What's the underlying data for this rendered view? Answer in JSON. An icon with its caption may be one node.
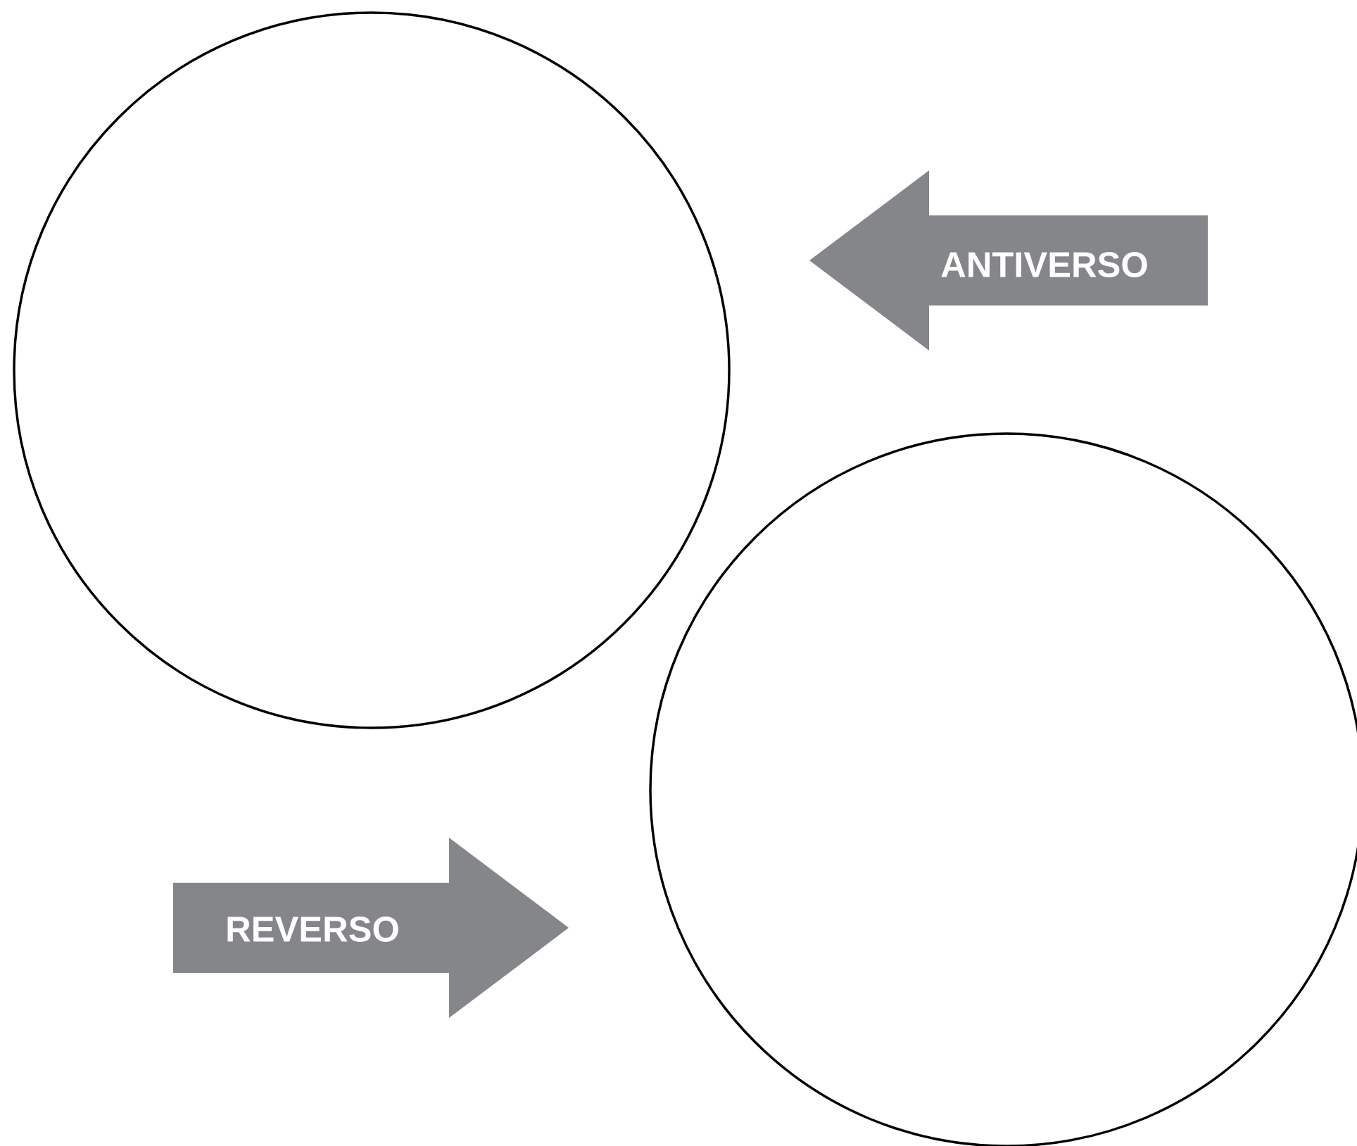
{
  "diagram": {
    "nodes": [
      {
        "text": [],
        "shape": "circle"
      },
      {
        "text": [
          "ANTIVERSO"
        ]
      },
      {
        "text": [],
        "shape": "circle"
      },
      {
        "text": [
          "REVERSO"
        ]
      }
    ]
  }
}
